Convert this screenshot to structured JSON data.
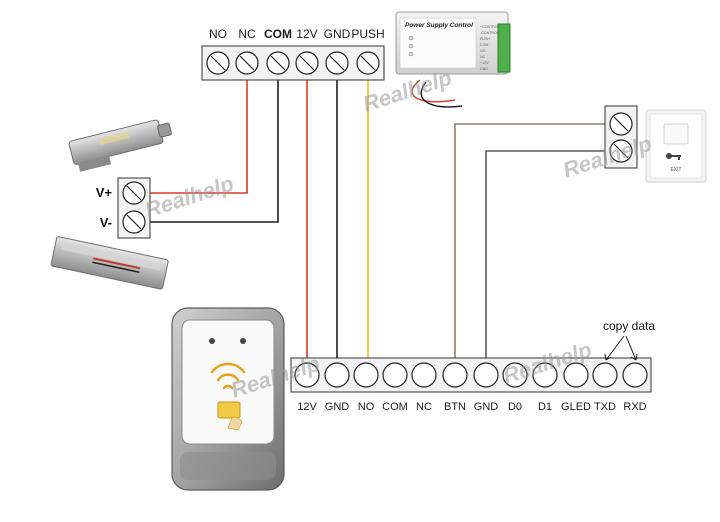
{
  "top_terminal": {
    "labels": [
      "NO",
      "NC",
      "COM",
      "12V",
      "GND",
      "PUSH"
    ]
  },
  "power_supply": {
    "title": "Power Supply Control",
    "small_labels": [
      "+CONTROL",
      "-CONTROL",
      "PUSH",
      "COM",
      "NO",
      "NC",
      "+12V",
      "GND"
    ]
  },
  "lock_terminal": {
    "labels": [
      "V+",
      "V-"
    ]
  },
  "reader_terminal": {
    "labels": [
      "12V",
      "GND",
      "NO",
      "COM",
      "NC",
      "BTN",
      "GND",
      "D0",
      "D1",
      "GLED",
      "TXD",
      "RXD"
    ]
  },
  "annotation": {
    "copy_data": "copy data"
  },
  "watermark": {
    "text": "Realhelp"
  },
  "exit_button": {
    "caption": "EXIT"
  },
  "colors": {
    "wire_red": "#d83a2c",
    "wire_black": "#1f1f1f",
    "wire_yellow": "#e8c21c",
    "wire_olive": "#8c8468",
    "wire_gray": "#5a5a5a",
    "terminal_bg": "#f2f2f2"
  }
}
